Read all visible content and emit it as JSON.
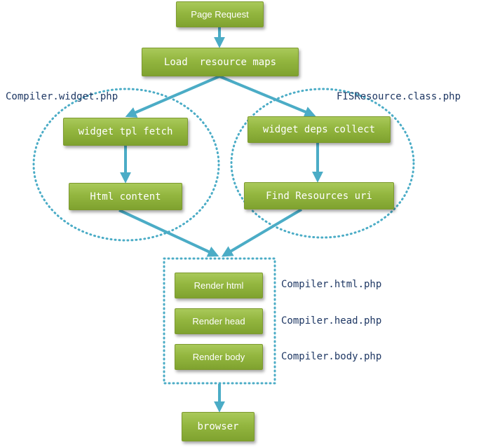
{
  "nodes": {
    "page_request": "Page Request",
    "load_resource_maps": "Load  resource maps",
    "widget_tpl_fetch": "widget tpl fetch",
    "html_content": "Html content",
    "widget_deps_collect": "widget deps collect",
    "find_resources_uri": "Find Resources uri",
    "render_html": "Render html",
    "render_head": "Render head",
    "render_body": "Render body",
    "browser": "browser"
  },
  "labels": {
    "compiler_widget": "Compiler.widget.php",
    "fis_resource": "FISResource.class.php",
    "compiler_html": "Compiler.html.php",
    "compiler_head": "Compiler.head.php",
    "compiler_body": "Compiler.body.php"
  },
  "colors": {
    "node_fill": "#93b63f",
    "node_border": "#7d9a2e",
    "arrow": "#4bacc6",
    "dotted_outline": "#4bacc6",
    "label_text": "#1f3864"
  }
}
